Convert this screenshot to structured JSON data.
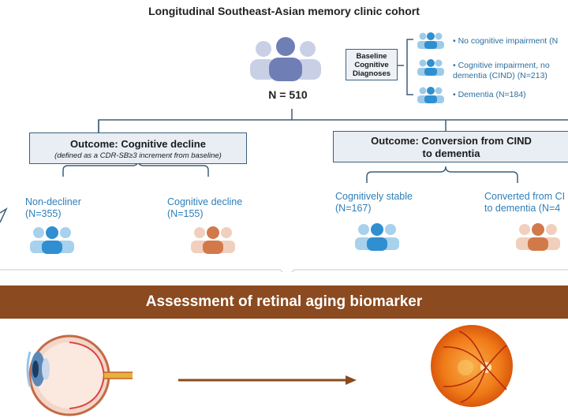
{
  "title": "Longitudinal Southeast-Asian memory clinic cohort",
  "total": "N = 510",
  "baseline_box": "Baseline Cognitive Diagnoses",
  "baseline_items": [
    {
      "label": "No cognitive impairment (N",
      "color": "#3a8fc4"
    },
    {
      "label": "Cognitive impairment, no dementia (CIND) (N=213)",
      "color": "#3a8fc4"
    },
    {
      "label": "Dementia (N=184)",
      "color": "#3a8fc4"
    }
  ],
  "left_outcome": {
    "heading": "Outcome: Cognitive decline",
    "sub": "(defined as a CDR-SB≥3 increment from baseline)"
  },
  "right_outcome": {
    "heading": "Outcome: Conversion from CIND to dementia"
  },
  "groups": {
    "non_decliner": "Non-decliner (N=355)",
    "decline": "Cognitive decline (N=155)",
    "stable": "Cognitively stable (N=167)",
    "converted": "Converted from CI to dementia (N=4"
  },
  "banner": "Assessment of retinal aging biomarker",
  "colors": {
    "navy": "#3d5f7c",
    "blue": "#2f8fd0",
    "orange": "#d2794a",
    "brown": "#8b4a1f",
    "grey": "#7f8fb2"
  }
}
